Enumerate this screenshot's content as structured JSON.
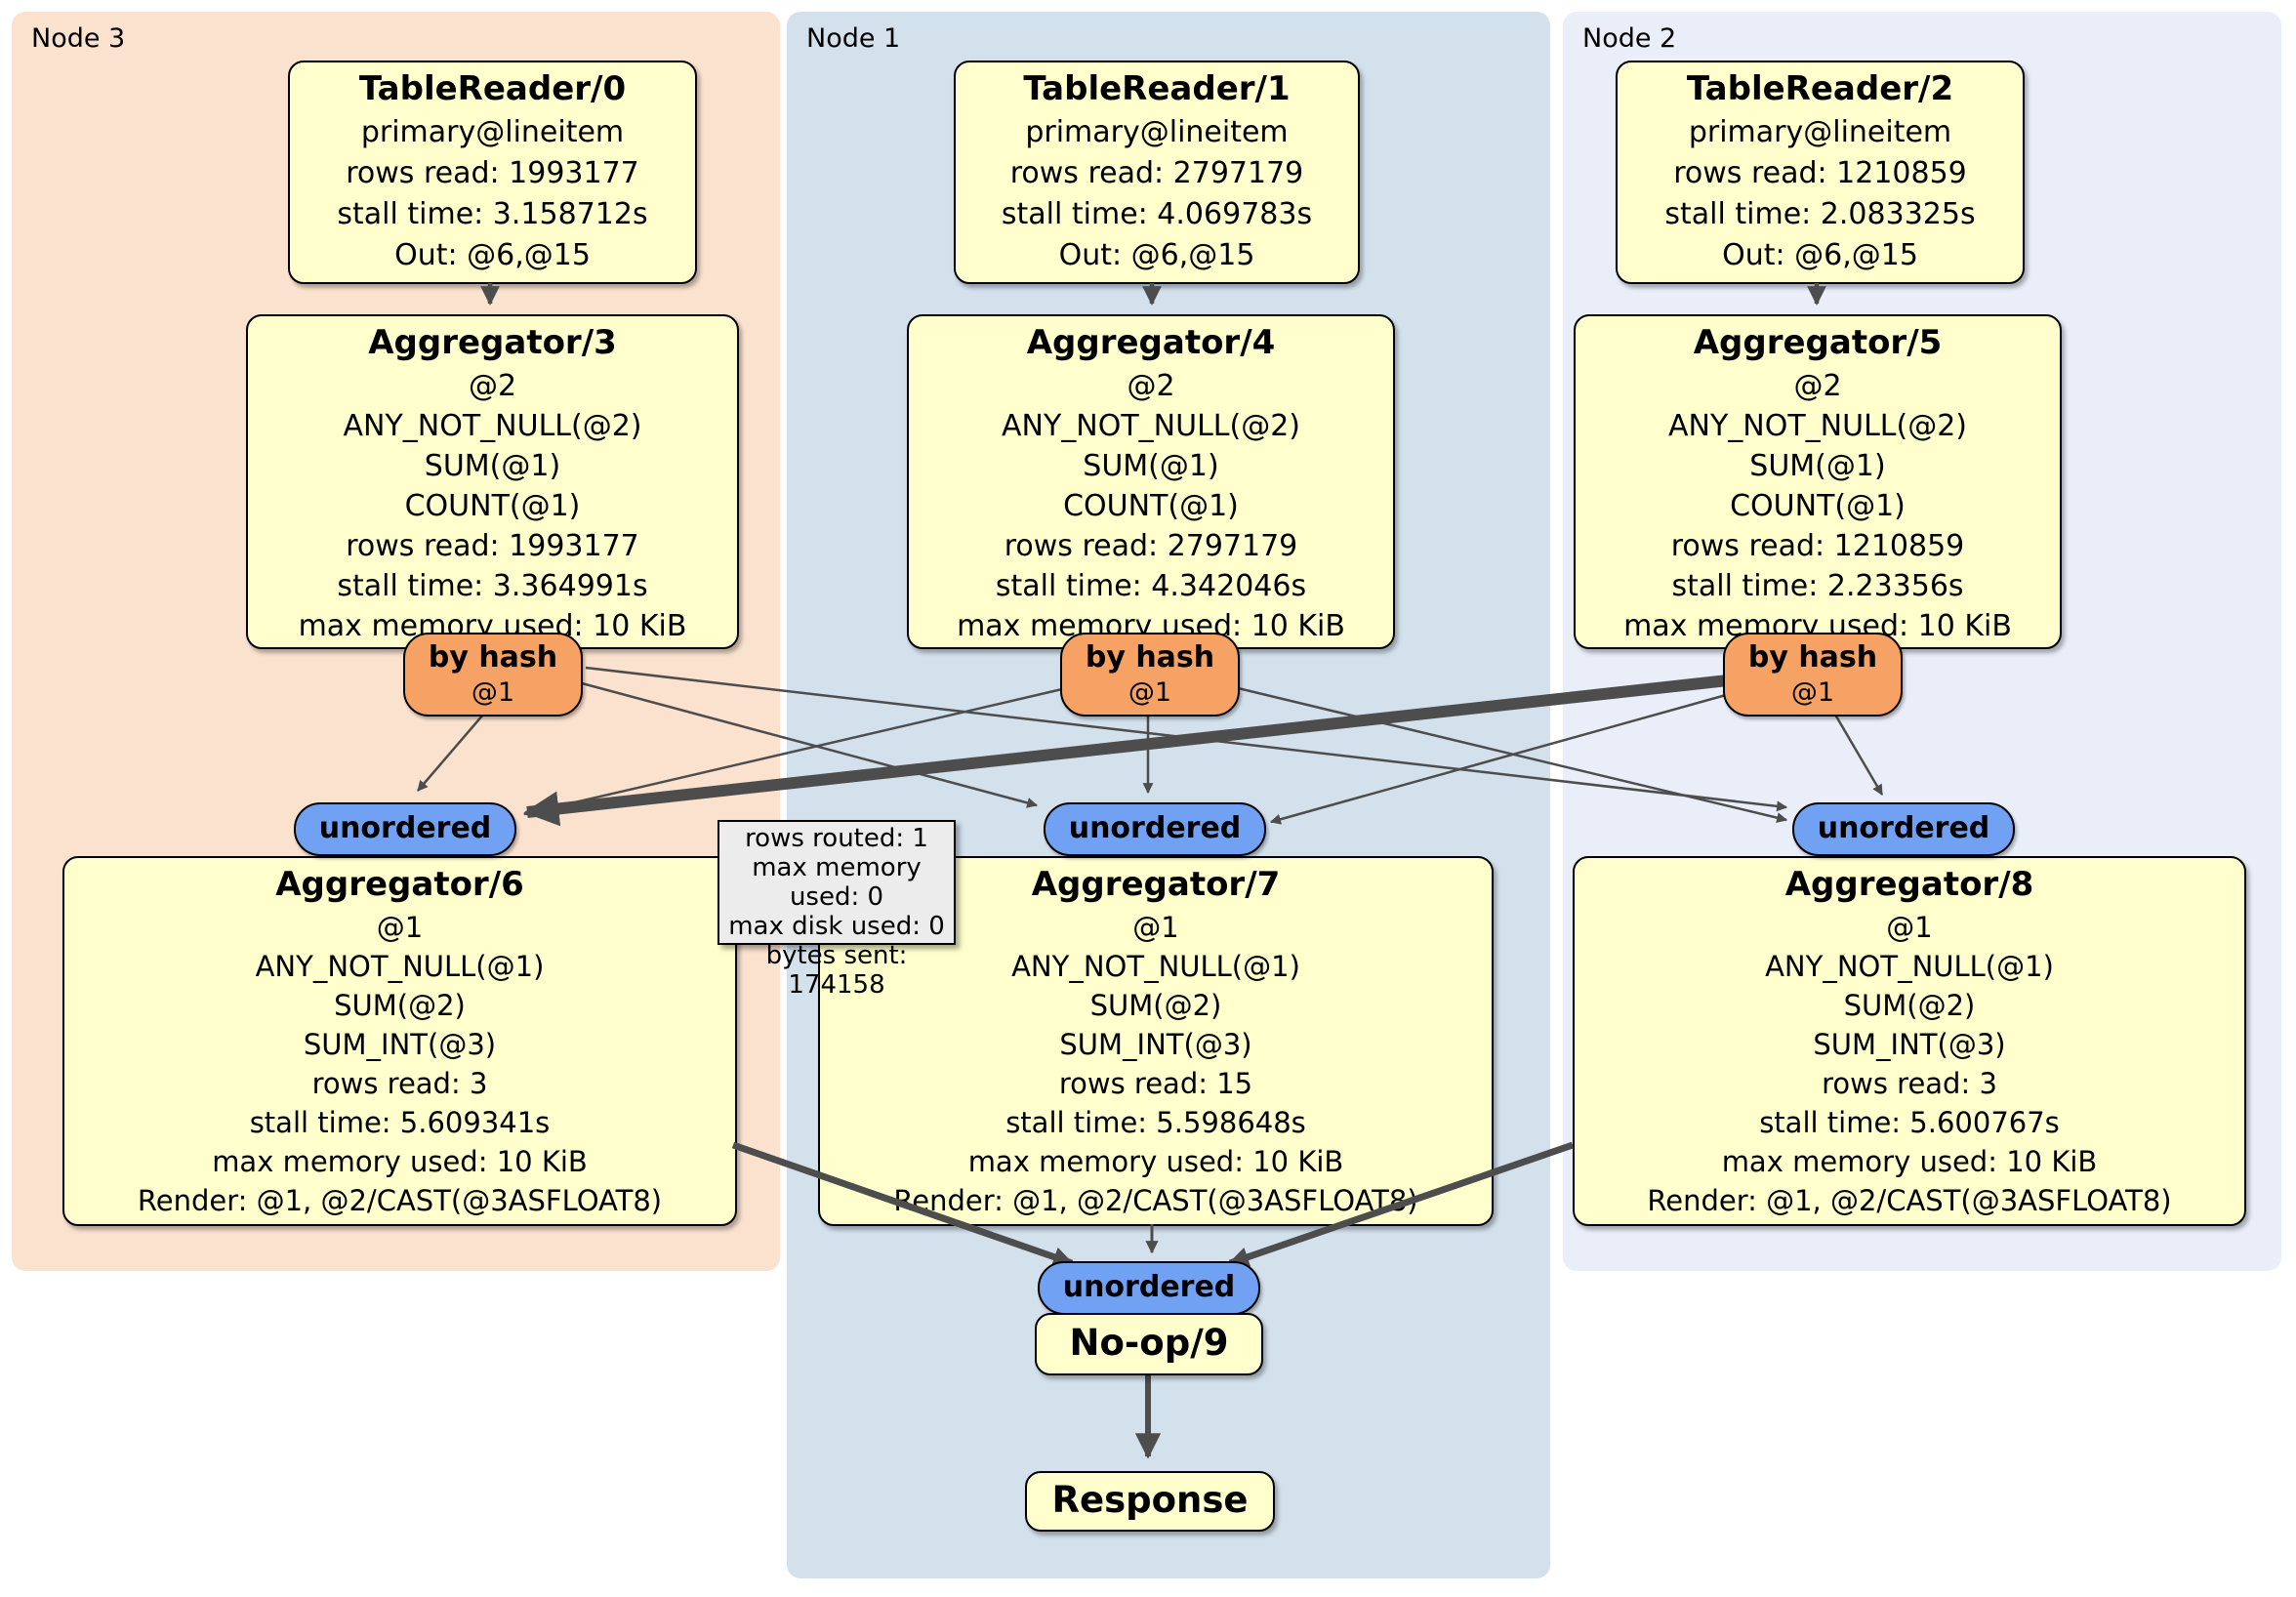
{
  "regions": [
    {
      "label": "Node 3"
    },
    {
      "label": "Node 1"
    },
    {
      "label": "Node 2"
    }
  ],
  "processors": {
    "tr0": {
      "title": "TableReader/0",
      "lines": [
        "primary@lineitem",
        "rows read: 1993177",
        "stall time: 3.158712s",
        "Out: @6,@15"
      ]
    },
    "tr1": {
      "title": "TableReader/1",
      "lines": [
        "primary@lineitem",
        "rows read: 2797179",
        "stall time: 4.069783s",
        "Out: @6,@15"
      ]
    },
    "tr2": {
      "title": "TableReader/2",
      "lines": [
        "primary@lineitem",
        "rows read: 1210859",
        "stall time: 2.083325s",
        "Out: @6,@15"
      ]
    },
    "agg3": {
      "title": "Aggregator/3",
      "lines": [
        "@2",
        "ANY_NOT_NULL(@2)",
        "SUM(@1)",
        "COUNT(@1)",
        "rows read: 1993177",
        "stall time: 3.364991s",
        "max memory used: 10 KiB"
      ]
    },
    "agg4": {
      "title": "Aggregator/4",
      "lines": [
        "@2",
        "ANY_NOT_NULL(@2)",
        "SUM(@1)",
        "COUNT(@1)",
        "rows read: 2797179",
        "stall time: 4.342046s",
        "max memory used: 10 KiB"
      ]
    },
    "agg5": {
      "title": "Aggregator/5",
      "lines": [
        "@2",
        "ANY_NOT_NULL(@2)",
        "SUM(@1)",
        "COUNT(@1)",
        "rows read: 1210859",
        "stall time: 2.23356s",
        "max memory used: 10 KiB"
      ]
    },
    "agg6": {
      "title": "Aggregator/6",
      "lines": [
        "@1",
        "ANY_NOT_NULL(@1)",
        "SUM(@2)",
        "SUM_INT(@3)",
        "rows read: 3",
        "stall time: 5.609341s",
        "max memory used: 10 KiB",
        "Render: @1, @2/CAST(@3ASFLOAT8)"
      ]
    },
    "agg7": {
      "title": "Aggregator/7",
      "lines": [
        "@1",
        "ANY_NOT_NULL(@1)",
        "SUM(@2)",
        "SUM_INT(@3)",
        "rows read: 15",
        "stall time: 5.598648s",
        "max memory used: 10 KiB",
        "Render: @1, @2/CAST(@3ASFLOAT8)"
      ]
    },
    "agg8": {
      "title": "Aggregator/8",
      "lines": [
        "@1",
        "ANY_NOT_NULL(@1)",
        "SUM(@2)",
        "SUM_INT(@3)",
        "rows read: 3",
        "stall time: 5.600767s",
        "max memory used: 10 KiB",
        "Render: @1, @2/CAST(@3ASFLOAT8)"
      ]
    },
    "noop": {
      "title": "No-op/9"
    },
    "response": {
      "title": "Response"
    }
  },
  "router": {
    "label": "by hash",
    "sub": "@1"
  },
  "sync": {
    "label": "unordered"
  },
  "tooltip": {
    "lines": [
      "rows routed: 1",
      "max memory used: 0",
      "max disk used: 0",
      "bytes sent: 174158"
    ]
  },
  "colors": {
    "node3_bg": "#fbe2cf",
    "node1_bg": "#d3e1ed",
    "node2_bg": "#e9eef9",
    "box_fill": "#ffffce",
    "router_fill": "#f5a264",
    "sync_fill": "#70a1f3",
    "edge": "#4d4d4d",
    "tooltip_bg": "#ececec"
  }
}
